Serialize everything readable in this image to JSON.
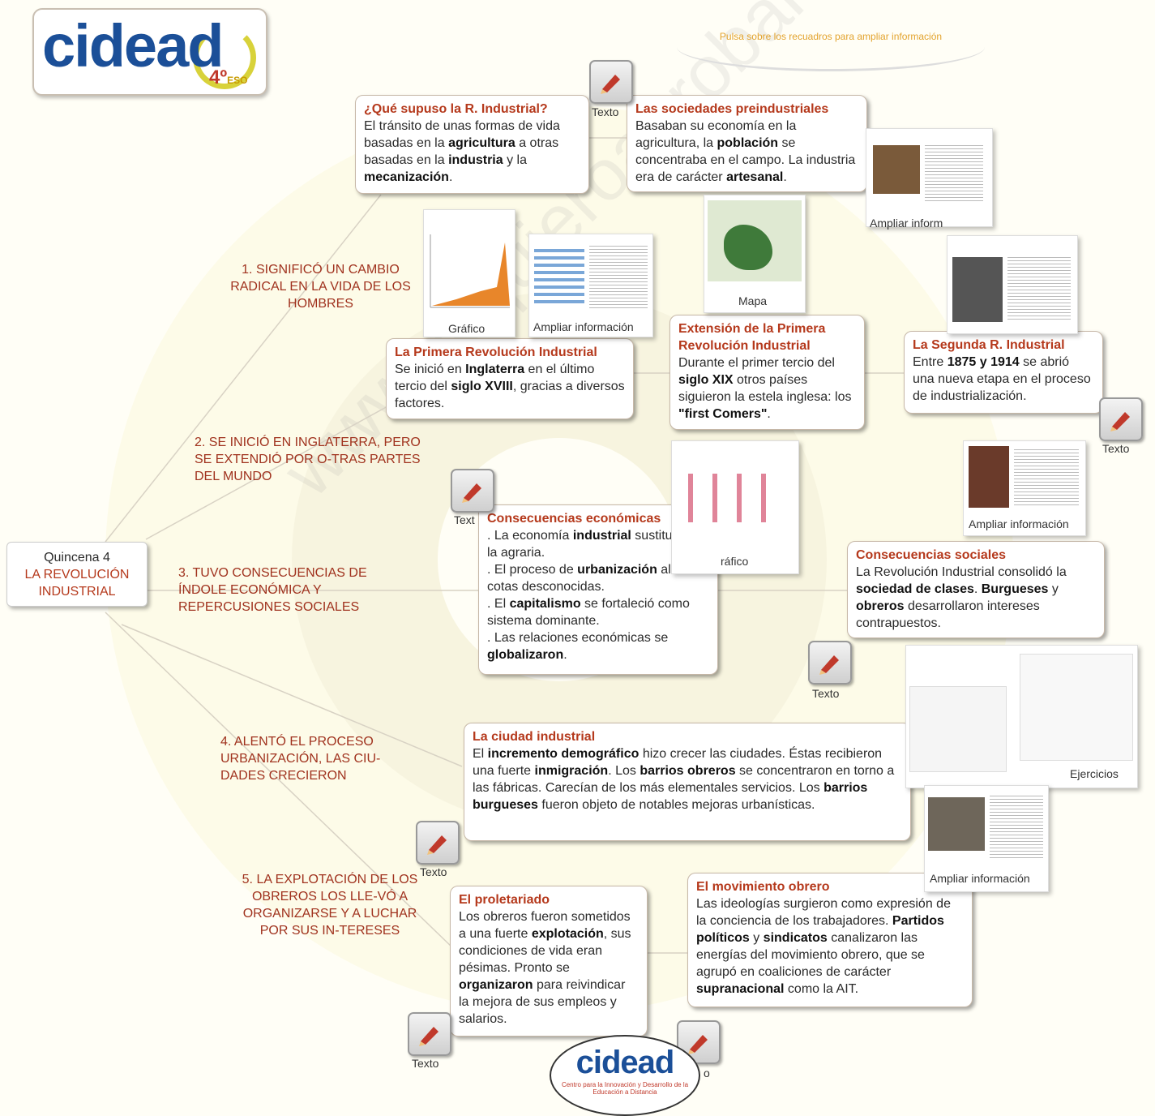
{
  "logo": {
    "word": "cidead",
    "grade": "4º",
    "level": "ESO"
  },
  "hint": "Pulsa sobre los recuadros para ampliar información",
  "center": {
    "line1": "Quincena 4",
    "line2": "LA REVOLUCIÓN",
    "line3": "INDUSTRIAL"
  },
  "branches": [
    "1. SIGNIFICÓ UN CAMBIO RADICAL EN LA VIDA DE LOS HOMBRES",
    "2. SE INICIÓ EN INGLATERRA, PERO SE EXTENDIÓ POR O-TRAS PARTES DEL MUNDO",
    "3. TUVO CONSECUENCIAS DE ÍNDOLE ECONÓMICA Y REPERCUSIONES SOCIALES",
    "4. ALENTÓ EL PROCESO URBANIZACIÓN, LAS CIU-DADES CRECIERON",
    "5. LA EXPLOTACIÓN DE LOS OBREROS LOS LLE-VÓ A ORGANIZARSE Y A LUCHAR POR SUS IN-TERESES"
  ],
  "boxes": {
    "que_supuso": {
      "title": "¿Qué supuso la R. Industrial?",
      "p1": "El tránsito de unas formas de vida basadas en la ",
      "b1": "agricultura",
      "p2": " a otras basadas en la ",
      "b2": "industria",
      "p3": " y la ",
      "b3": "mecanización",
      "p4": "."
    },
    "preindustriales": {
      "title": "Las sociedades preindustriales",
      "p1": "Basaban su economía en la agricultura, la ",
      "b1": "población",
      "p2": " se concentraba en el campo. La industria era de carácter ",
      "b2": "artesanal",
      "p3": "."
    },
    "primera": {
      "title": "La Primera Revolución Industrial",
      "p1": "Se inició en ",
      "b1": "Inglaterra",
      "p2": " en el último tercio del ",
      "b2": "siglo XVIII",
      "p3": ", gracias a diversos factores."
    },
    "extension": {
      "title": "Extensión de la Primera Revolución Industrial",
      "p1": "Durante el primer tercio del ",
      "b1": "siglo XIX",
      "p2": " otros países siguieron la estela inglesa: los ",
      "b2": "\"first Comers\"",
      "p3": "."
    },
    "segunda": {
      "title": "La Segunda R. Industrial",
      "p1": "Entre ",
      "b1": "1875 y 1914",
      "p2": " se abrió una nueva etapa en el proceso de industrialización."
    },
    "economicas": {
      "title": "Consecuencias económicas",
      "l1a": ". La economía ",
      "l1b": "industrial",
      "l1c": " sustituyó a la agraria.",
      "l2a": ". El proceso de ",
      "l2b": "urbanización",
      "l2c": " alcanzó cotas desconocidas.",
      "l3a": ". El ",
      "l3b": "capitalismo",
      "l3c": " se fortaleció como sistema dominante.",
      "l4a": ". Las relaciones económicas se ",
      "l4b": "globalizaron",
      "l4c": "."
    },
    "sociales": {
      "title": "Consecuencias sociales",
      "p1": "La Revolución Industrial consolidó la ",
      "b1": "sociedad de clases",
      "p2": ". ",
      "b2": "Burgueses",
      "p3": " y ",
      "b3": "obreros",
      "p4": " desarrollaron intereses contrapuestos."
    },
    "ciudad": {
      "title": "La ciudad industrial",
      "p1": "El ",
      "b1": "incremento demográfico",
      "p2": " hizo crecer las ciudades. Éstas recibieron una fuerte ",
      "b2": "inmigración",
      "p3": ". Los ",
      "b3": "barrios obreros",
      "p4": " se concentraron en torno a las fábricas. Carecían de los más elementales servicios. Los ",
      "b4": "barrios burgueses",
      "p5": " fueron objeto de notables mejoras urbanísticas."
    },
    "proletariado": {
      "title": "El proletariado",
      "p1": "Los obreros fueron sometidos a una fuerte ",
      "b1": "explotación",
      "p2": ", sus condiciones de vida eran pésimas. Pronto se ",
      "b2": "organizaron",
      "p3": " para reivindicar la mejora de sus empleos y salarios."
    },
    "movimiento": {
      "title": "El movimiento obrero",
      "p1": "Las ideologías surgieron como expresión de la conciencia de los trabajadores. ",
      "b1": "Partidos políticos",
      "p2": " y ",
      "b2": "sindicatos",
      "p3": " canalizaron las energías del movimiento obrero, que se agrupó en coaliciones de carácter ",
      "b3": "supranacional",
      "p4": " como la AIT."
    }
  },
  "labels": {
    "texto": "Texto",
    "texto_cut": "Text",
    "ampliar": "Ampliar información",
    "ampliar_cut": "Ampliar inform",
    "grafico": "Gráfico",
    "grafico_cut": "ráfico",
    "mapa": "Mapa",
    "ejercicios": "Ejercicios",
    "o_cut": "o"
  },
  "bottom_logo": {
    "word": "cidead",
    "sub": "Centro para la Innovación y Desarrollo de la Educación a Distancia"
  },
  "watermark": "www.yoquieroaprobar.es"
}
